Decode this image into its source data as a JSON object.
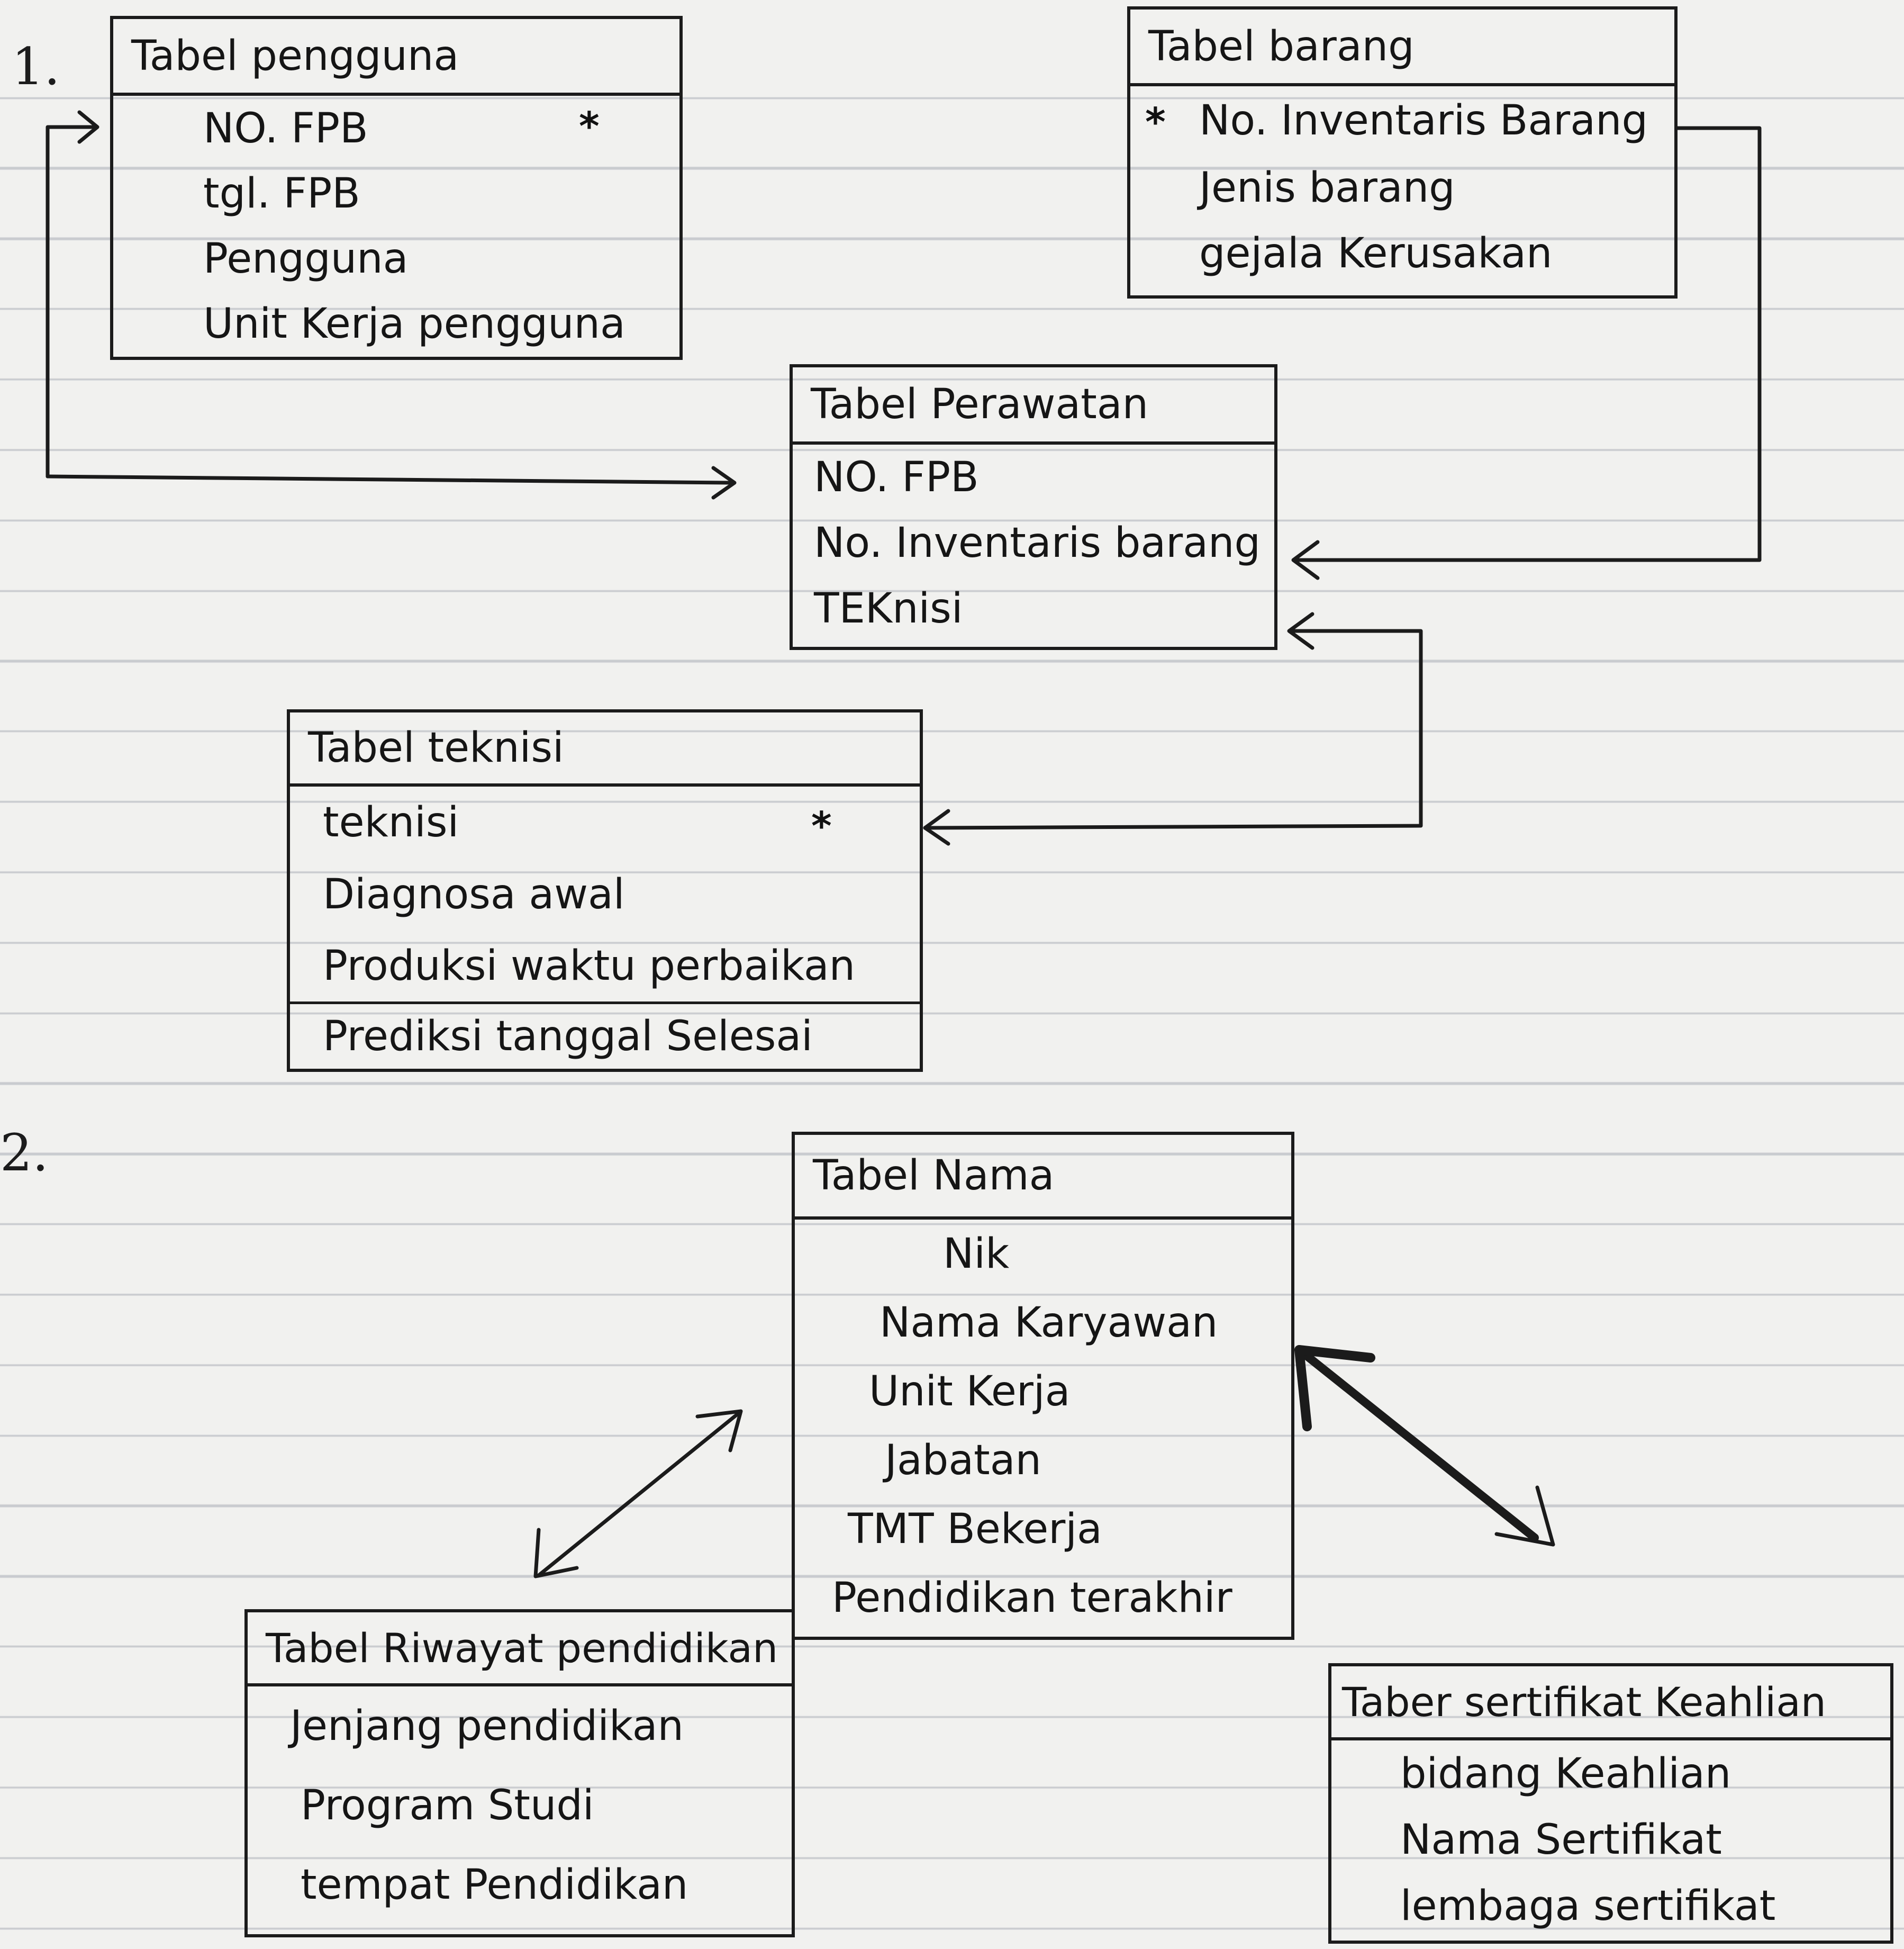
{
  "section_numbers": [
    "1.",
    "2."
  ],
  "tables": {
    "pengguna": {
      "title": "Tabel pengguna",
      "fields": [
        "NO. FPB",
        "tgl. FPB",
        "Pengguna",
        "Unit Kerja pengguna"
      ],
      "key_mark": "*"
    },
    "barang": {
      "title": "Tabel barang",
      "fields": [
        "No. Inventaris Barang",
        "Jenis barang",
        "gejala Kerusakan"
      ],
      "key_mark": "*"
    },
    "perawatan": {
      "title": "Tabel Perawatan",
      "fields": [
        "NO. FPB",
        "No. Inventaris barang",
        "TEKnisi"
      ]
    },
    "teknisi": {
      "title": "Tabel teknisi",
      "fields": [
        "teknisi",
        "Diagnosa awal",
        "Produksi waktu perbaikan",
        "Prediksi tanggal Selesai"
      ],
      "key_mark": "*"
    },
    "nama": {
      "title": "Tabel Nama",
      "fields": [
        "Nik",
        "Nama Karyawan",
        "Unit Kerja",
        "Jabatan",
        "TMT Bekerja",
        "Pendidikan terakhir"
      ]
    },
    "riwayat": {
      "title": "Tabel Riwayat pendidikan",
      "fields": [
        "Jenjang pendidikan",
        "Program Studi",
        "tempat Pendidikan"
      ]
    },
    "sertifikat": {
      "title": "Taber sertifikat Keahlian",
      "fields": [
        "bidang Keahlian",
        "Nama Sertifikat",
        "lembaga sertifikat"
      ]
    }
  }
}
